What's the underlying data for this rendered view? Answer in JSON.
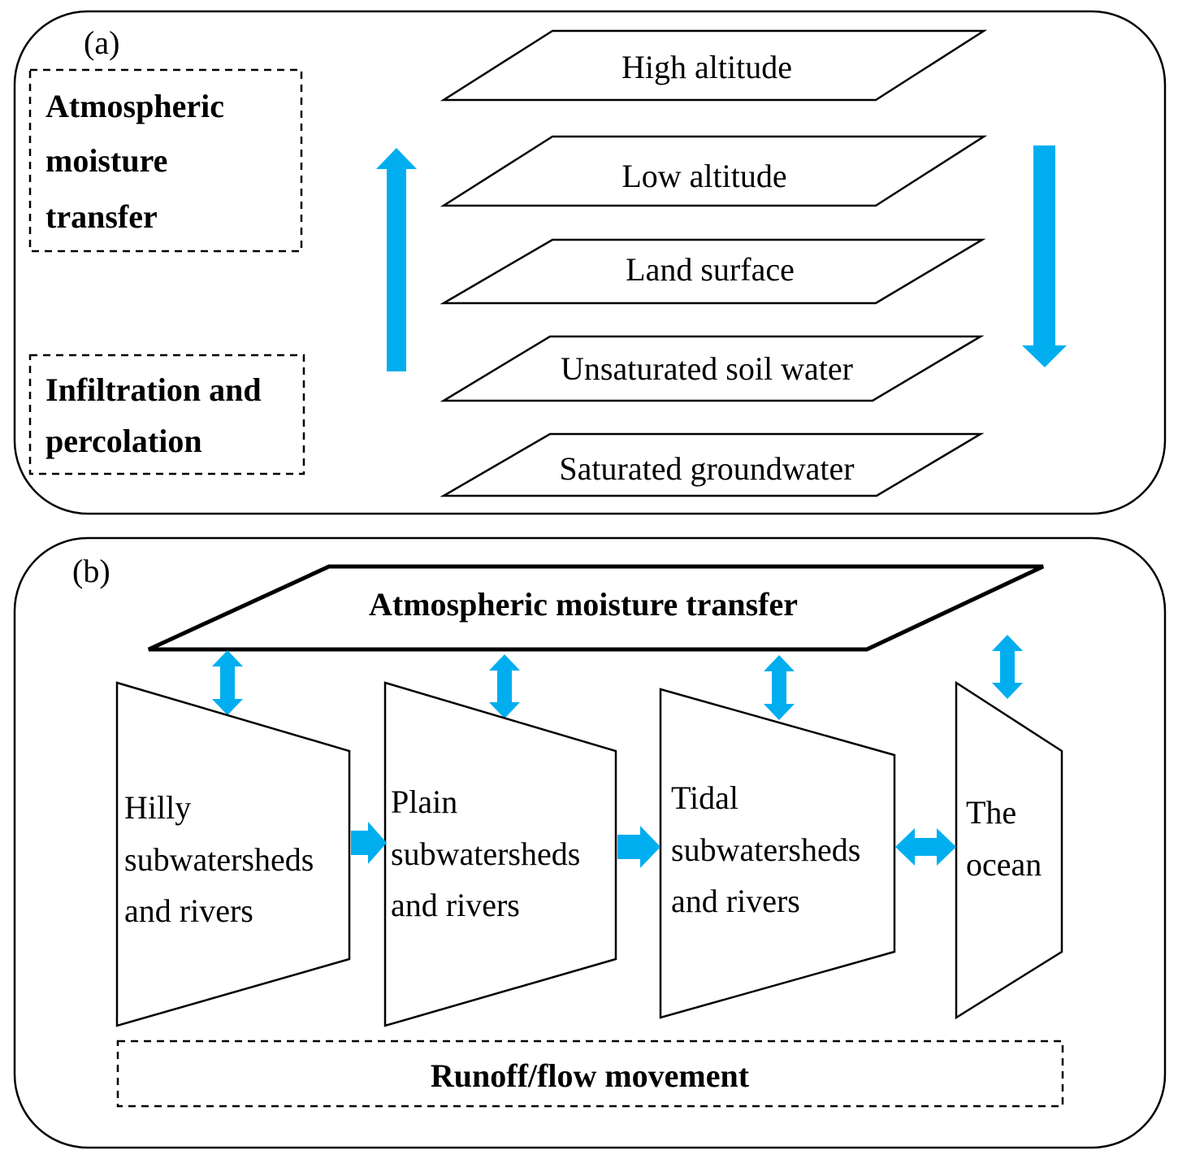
{
  "panel_a": {
    "label": "(a)",
    "left_box_1": [
      "Atmospheric",
      "moisture",
      "transfer"
    ],
    "left_box_2": [
      "Infiltration  and",
      "percolation"
    ],
    "layers": [
      "High altitude",
      "Low altitude",
      "Land surface",
      "Unsaturated soil water",
      "Saturated groundwater"
    ]
  },
  "panel_b": {
    "label": "(b)",
    "top": "Atmospheric moisture transfer",
    "units": [
      [
        "Hilly",
        "subwatersheds",
        "and rivers"
      ],
      [
        "Plain",
        "subwatersheds",
        "and rivers"
      ],
      [
        "Tidal",
        "subwatersheds",
        "and rivers"
      ],
      [
        "The",
        "ocean"
      ]
    ],
    "bottom": "Runoff/flow movement"
  },
  "colors": {
    "arrow": "#00AEEF",
    "stroke": "#000000",
    "background": "#FFFFFF"
  }
}
